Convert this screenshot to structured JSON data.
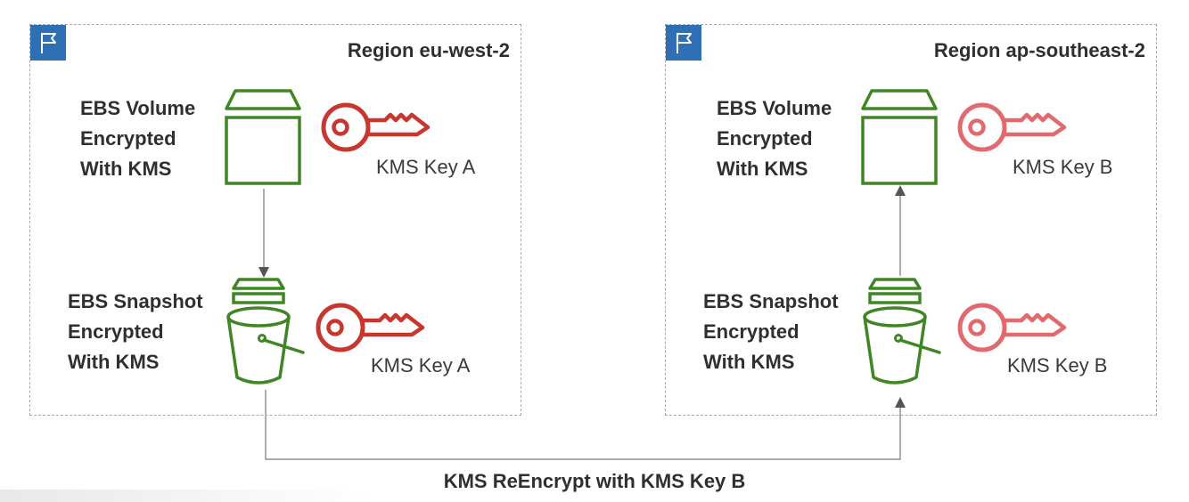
{
  "regions": [
    {
      "title": "Region eu-west-2",
      "volume": {
        "lines": [
          "EBS Volume",
          "Encrypted",
          "With KMS"
        ],
        "key": "KMS Key A"
      },
      "snapshot": {
        "lines": [
          "EBS Snapshot",
          "Encrypted",
          "With KMS"
        ],
        "key": "KMS Key A"
      }
    },
    {
      "title": "Region ap-southeast-2",
      "volume": {
        "lines": [
          "EBS Volume",
          "Encrypted",
          "With KMS"
        ],
        "key": "KMS Key B"
      },
      "snapshot": {
        "lines": [
          "EBS Snapshot",
          "Encrypted",
          "With KMS"
        ],
        "key": "KMS Key B"
      }
    }
  ],
  "copy_label": "KMS ReEncrypt with KMS Key B",
  "colors": {
    "ebs_green": "#3f8624",
    "key_a_red": "#c7372f",
    "key_b_pink": "#e26a6f",
    "region_flag_blue": "#2f6fb3",
    "dashed_border": "#a9a9a9"
  },
  "icons": {
    "region": "flag-icon",
    "volume": "ebs-volume-icon",
    "snapshot": "ebs-snapshot-bucket-icon",
    "key": "kms-key-icon"
  }
}
